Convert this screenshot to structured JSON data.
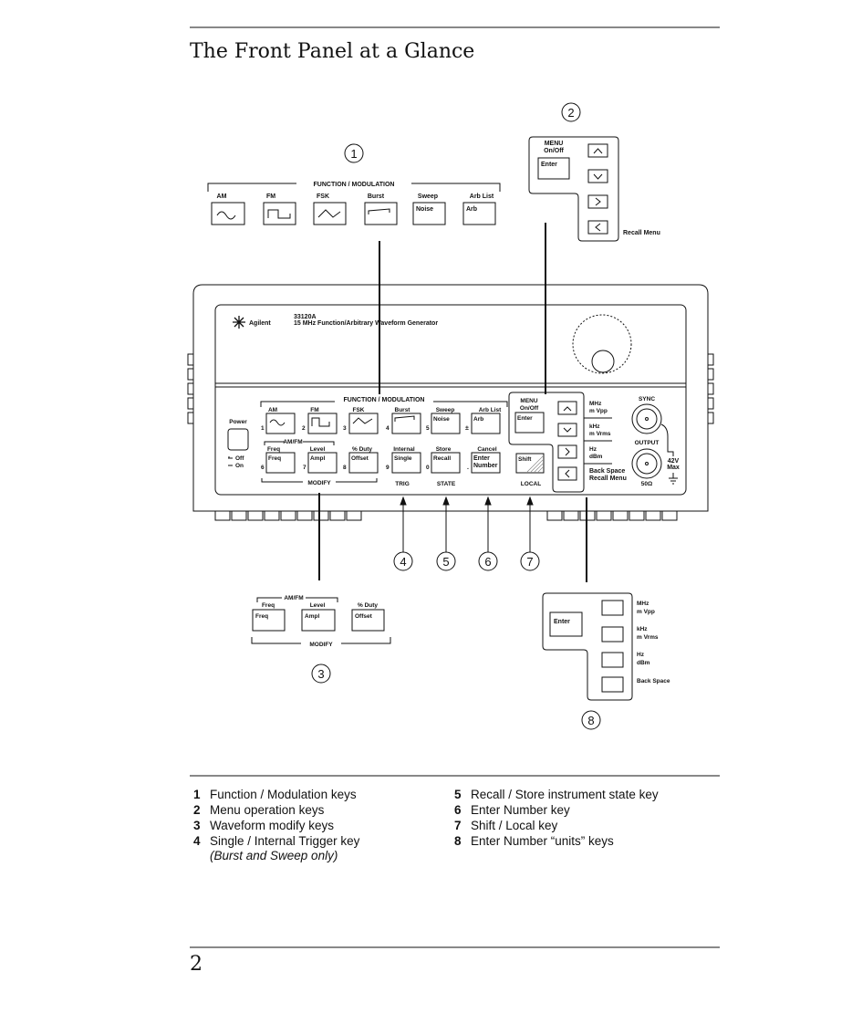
{
  "page": {
    "title": "The Front Panel at a Glance",
    "page_number": "2"
  },
  "callouts": [
    "1",
    "2",
    "3",
    "4",
    "5",
    "6",
    "7",
    "8"
  ],
  "top_function": {
    "group_label": "FUNCTION / MODULATION",
    "labels": [
      "AM",
      "FM",
      "FSK",
      "Burst",
      "Sweep",
      "Arb List"
    ],
    "key_text": [
      "",
      "",
      "",
      "",
      "Noise",
      "Arb"
    ]
  },
  "top_menu": {
    "menu_label": "MENU",
    "onoff_label": "On/Off",
    "enter": "Enter",
    "recall_menu": "Recall Menu"
  },
  "instrument": {
    "brand": "Agilent",
    "model": "33120A",
    "description": "15 MHz Function/Arbitrary Waveform Generator",
    "power_label": "Power",
    "off_label": "Off",
    "on_label": "On",
    "function_group": "FUNCTION / MODULATION",
    "row1_labels": [
      "AM",
      "FM",
      "FSK",
      "Burst",
      "Sweep",
      "Arb List"
    ],
    "row1_keys": [
      "",
      "",
      "",
      "",
      "Noise",
      "Arb"
    ],
    "row1_digits": [
      "1",
      "2",
      "3",
      "4",
      "5",
      "±"
    ],
    "amfm_label": "AM/FM",
    "row2_labels": [
      "Freq",
      "Level",
      "% Duty",
      "Internal",
      "Store",
      "Cancel"
    ],
    "row2_keys": [
      "Freq",
      "Ampl",
      "Offset",
      "Single",
      "Recall",
      "Enter",
      "Number"
    ],
    "row2_digits": [
      "6",
      "7",
      "8",
      "9",
      "0",
      "."
    ],
    "modify_label": "MODIFY",
    "trig_label": "TRIG",
    "state_label": "STATE",
    "local_label": "LOCAL",
    "menu_label": "MENU",
    "onoff_label": "On/Off",
    "enter": "Enter",
    "shift": "Shift",
    "units": [
      "MHz",
      "m Vpp",
      "kHz",
      "m Vrms",
      "Hz",
      "dBm",
      "Back Space",
      "Recall Menu"
    ],
    "sync": "SYNC",
    "output": "OUTPUT",
    "impedance": "50Ω",
    "max_voltage": "42V",
    "max_label": "Max"
  },
  "modify_detail": {
    "amfm_label": "AM/FM",
    "labels": [
      "Freq",
      "Level",
      "% Duty"
    ],
    "keys": [
      "Freq",
      "Ampl",
      "Offset"
    ],
    "group_label": "MODIFY"
  },
  "units_detail": {
    "enter": "Enter",
    "labels": [
      "MHz",
      "m Vpp",
      "kHz",
      "m Vrms",
      "Hz",
      "dBm",
      "Back Space"
    ]
  },
  "legend": [
    {
      "num": "1",
      "text": "Function / Modulation keys"
    },
    {
      "num": "2",
      "text": "Menu operation keys"
    },
    {
      "num": "3",
      "text": "Waveform modify keys"
    },
    {
      "num": "4",
      "text": "Single / Internal Trigger key",
      "note": "(Burst and Sweep only)"
    },
    {
      "num": "5",
      "text": "Recall / Store instrument state key"
    },
    {
      "num": "6",
      "text": "Enter Number key"
    },
    {
      "num": "7",
      "text": "Shift / Local key"
    },
    {
      "num": "8",
      "text": "Enter Number “units” keys"
    }
  ]
}
